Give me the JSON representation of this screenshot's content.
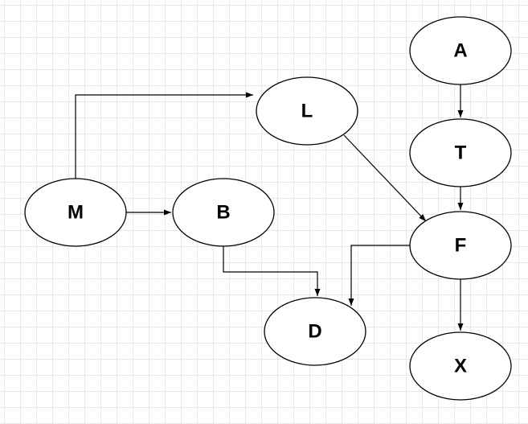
{
  "diagram": {
    "nodes": [
      {
        "id": "A",
        "label": "A"
      },
      {
        "id": "T",
        "label": "T"
      },
      {
        "id": "L",
        "label": "L"
      },
      {
        "id": "M",
        "label": "M"
      },
      {
        "id": "B",
        "label": "B"
      },
      {
        "id": "F",
        "label": "F"
      },
      {
        "id": "D",
        "label": "D"
      },
      {
        "id": "X",
        "label": "X"
      }
    ],
    "edges": [
      {
        "from": "M",
        "to": "L"
      },
      {
        "from": "M",
        "to": "B"
      },
      {
        "from": "A",
        "to": "T"
      },
      {
        "from": "T",
        "to": "F"
      },
      {
        "from": "L",
        "to": "F"
      },
      {
        "from": "B",
        "to": "D"
      },
      {
        "from": "F",
        "to": "D"
      },
      {
        "from": "F",
        "to": "X"
      }
    ],
    "colors": {
      "stroke": "#000000",
      "fill": "#ffffff",
      "grid": "#e8e8e8"
    }
  }
}
